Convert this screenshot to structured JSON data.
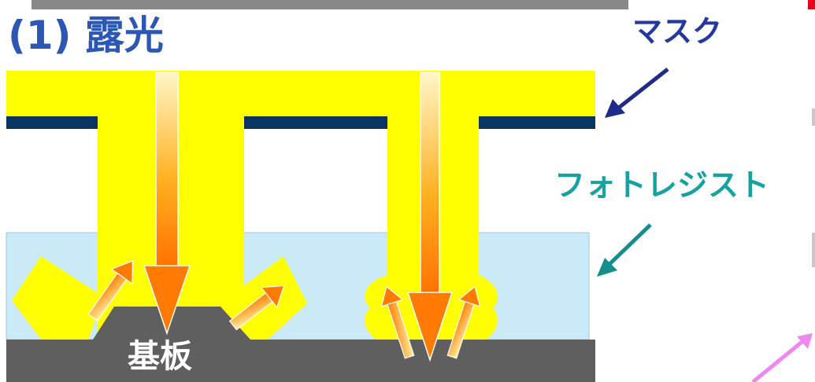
{
  "title": "(1) 露光",
  "labels": {
    "mask": "マスク",
    "photoresist": "フォトレジスト",
    "substrate": "基板"
  },
  "colors": {
    "title": "#2d57b4",
    "mask_label": "#24389e",
    "photoresist_label": "#16a2a0",
    "light": "#ffff00",
    "mask": "#0a3560",
    "photoresist": "#cbeaf8",
    "substrate": "#5f5f5f",
    "arrow_gradient_top": "#ffe58a",
    "arrow_gradient_bottom": "#ff7a00",
    "pointer_magenta": "#ee88ee"
  }
}
